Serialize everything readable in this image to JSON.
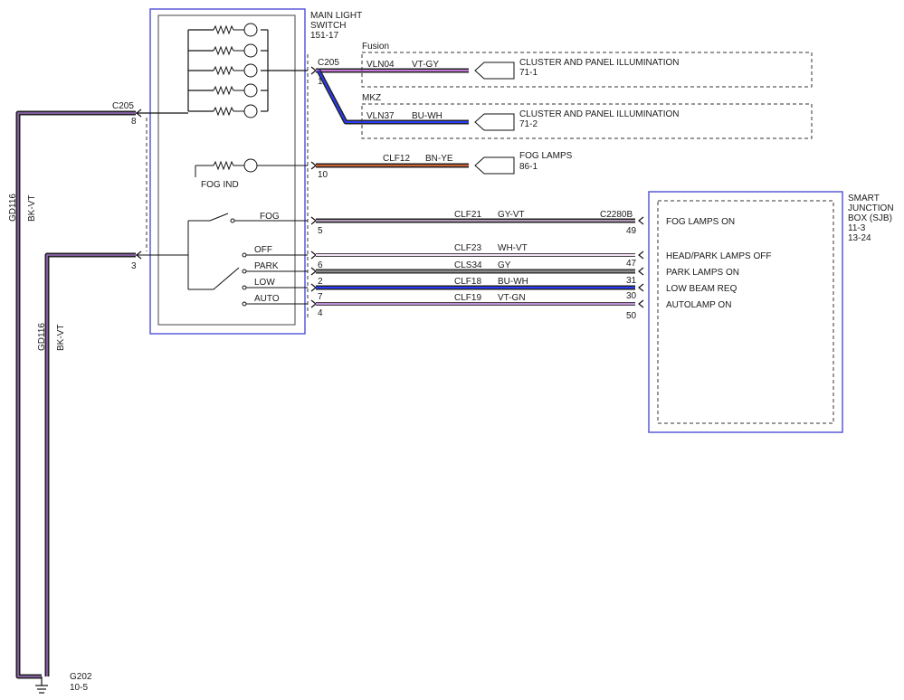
{
  "switch": {
    "title1": "MAIN LIGHT",
    "title2": "SWITCH",
    "ref": "151-17",
    "fog_ind": "FOG IND",
    "fog": "FOG",
    "off": "OFF",
    "park": "PARK",
    "low": "LOW",
    "auto": "AUTO"
  },
  "left": {
    "c205": "C205",
    "pin8": "8",
    "pin3": "3",
    "gd116_a": "GD116",
    "bkvt_a": "BK-VT",
    "gd116_b": "GD116",
    "bkvt_b": "BK-VT",
    "ground": "G202",
    "ground_ref": "10-5"
  },
  "c205_right": {
    "label": "C205",
    "pin1": "1",
    "pin10": "10",
    "pin5": "5",
    "pin6": "6",
    "pin2": "2",
    "pin7": "7",
    "pin4": "4"
  },
  "fusion": {
    "label": "Fusion",
    "circuit": "VLN04",
    "color": "VT-GY",
    "dest": "CLUSTER AND PANEL ILLUMINATION",
    "ref": "71-1"
  },
  "mkz": {
    "label": "MKZ",
    "circuit": "VLN37",
    "color": "BU-WH",
    "dest": "CLUSTER AND PANEL ILLUMINATION",
    "ref": "71-2"
  },
  "fog_lamps": {
    "circuit": "CLF12",
    "color": "BN-YE",
    "dest": "FOG LAMPS",
    "ref": "86-1"
  },
  "wires": [
    {
      "circuit": "CLF21",
      "color": "GY-VT",
      "pin_sjb": "49",
      "signal": "FOG LAMPS ON"
    },
    {
      "circuit": "CLF23",
      "color": "WH-VT",
      "pin_sjb": "47",
      "signal": "HEAD/PARK LAMPS OFF"
    },
    {
      "circuit": "CLS34",
      "color": "GY",
      "pin_sjb": "",
      "signal": "PARK LAMPS ON"
    },
    {
      "circuit": "CLF18",
      "color": "BU-WH",
      "pin_sjb": "31",
      "signal": "LOW BEAM REQ"
    },
    {
      "circuit": "CLF19",
      "color": "VT-GN",
      "pin_sjb": "30",
      "signal": "AUTOLAMP ON"
    }
  ],
  "sjb": {
    "connector": "C2280B",
    "pin50": "50",
    "title1": "SMART",
    "title2": "JUNCTION",
    "title3": "BOX (SJB)",
    "ref1": "11-3",
    "ref2": "13-24"
  }
}
